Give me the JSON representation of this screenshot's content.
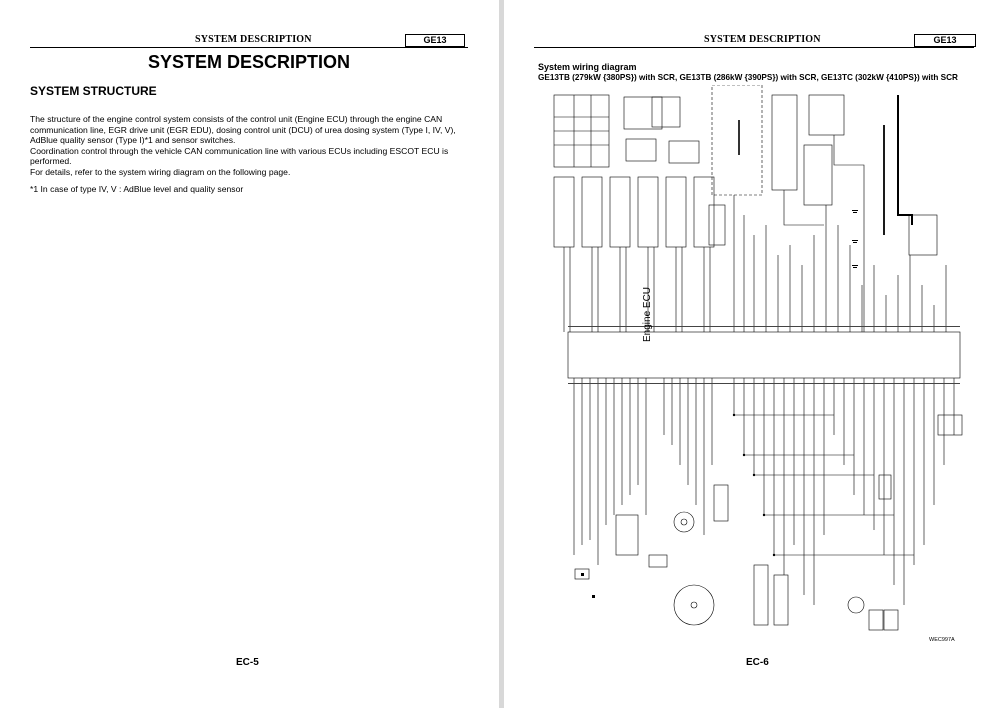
{
  "left_page": {
    "header": {
      "section": "SYSTEM DESCRIPTION",
      "code": "GE13"
    },
    "title": "SYSTEM DESCRIPTION",
    "subtitle": "SYSTEM STRUCTURE",
    "paragraphs": [
      "The structure of the engine control system consists of the control unit (Engine ECU) through the engine CAN communication line, EGR drive unit (EGR EDU), dosing control unit (DCU) of urea dosing system (Type I, IV, V), AdBlue quality sensor (Type I)*1 and sensor switches.",
      "Coordination control through the vehicle CAN communication line with various ECUs including ESCOT ECU is performed.",
      "For details, refer to the system wiring diagram on the following page."
    ],
    "footnote": "*1  In case of type IV, V : AdBlue level and quality sensor",
    "page_number": "EC-5"
  },
  "right_page": {
    "header": {
      "section": "SYSTEM DESCRIPTION",
      "code": "GE13"
    },
    "diagram_title": "System wiring diagram",
    "diagram_subtitle": "GE13TB (279kW {380PS}) with SCR, GE13TB (286kW {390PS}) with SCR, GE13TC (302kW {410PS}) with SCR",
    "ecu_label": "Engine ECU",
    "figure_code": "WEC997A",
    "page_number": "EC-6"
  }
}
